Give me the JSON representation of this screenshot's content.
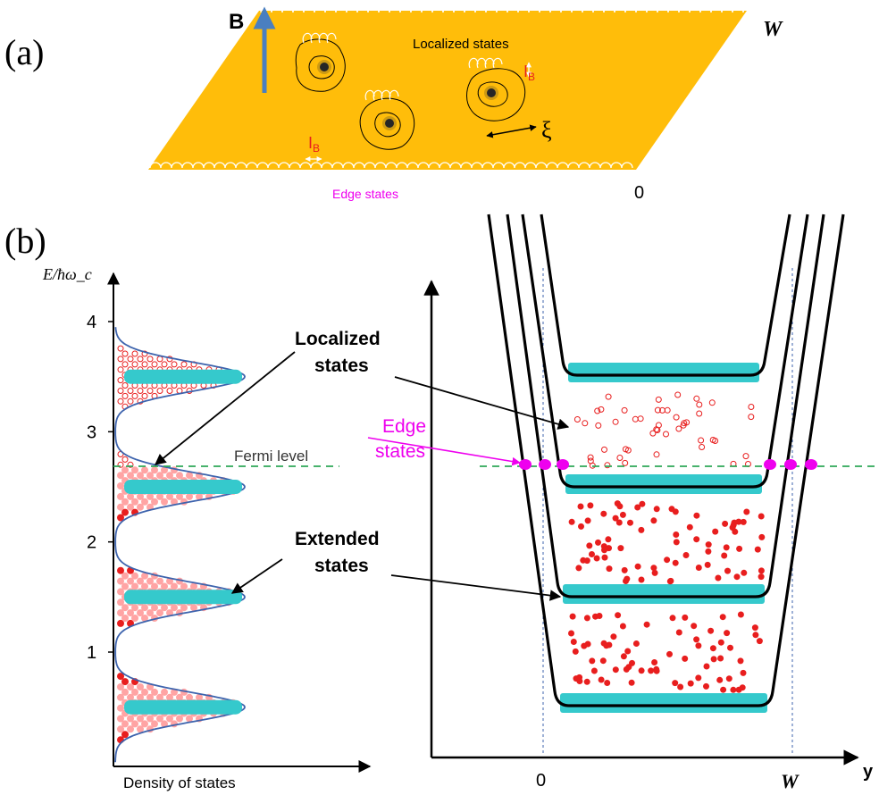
{
  "panel_a": {
    "label": "(a)",
    "field_label": "B",
    "localized_states": "Localized states",
    "edge_states": "Edge states",
    "width_label": "W",
    "zero_label": "0",
    "current_label_main": "I",
    "current_label_sub": "B",
    "correlation_symbol": "ξ"
  },
  "panel_b": {
    "label": "(b)",
    "dos_axis_label": "E/ħω_c",
    "dos_y_ticks": [
      "4",
      "3",
      "2",
      "1"
    ],
    "dos_x_label": "Density of states",
    "fermi_label": "Fermi level",
    "callout_localized_line1": "Localized",
    "callout_localized_line2": "states",
    "callout_extended_line1": "Extended",
    "callout_extended_line2": "states",
    "edge_states_line1": "Edge",
    "edge_states_line2": "states",
    "x_tick_0": "0",
    "x_tick_w": "W",
    "x_axis_label": "y"
  },
  "colors": {
    "plate": "#ffbd0a",
    "teal": "#35c9cc",
    "magenta": "#ee00ee",
    "red": "#e81e1e",
    "fermi": "#2ea858",
    "curve": "#3d63ad",
    "arrow_b": "#4a7fc0"
  }
}
